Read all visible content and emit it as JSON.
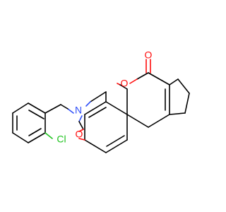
{
  "molecule": {
    "atoms": {
      "O_carbonyl": {
        "label": "O",
        "color": "#ff0d0d"
      },
      "O_lactone": {
        "label": "O",
        "color": "#ff0d0d"
      },
      "O_oxazine": {
        "label": "O",
        "color": "#ff0d0d"
      },
      "N": {
        "label": "N",
        "color": "#3050f8"
      },
      "Cl": {
        "label": "Cl",
        "color": "#1fc31f"
      }
    },
    "bond_color": "#000000"
  }
}
